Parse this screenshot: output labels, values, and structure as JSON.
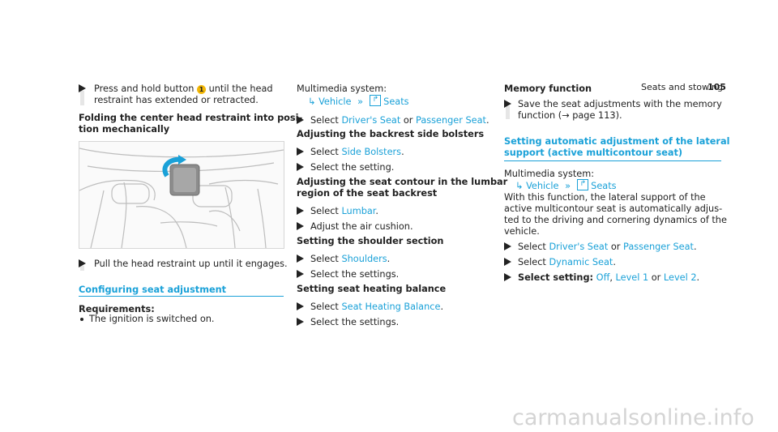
{
  "header": {
    "section": "Seats and stowing",
    "page": "105"
  },
  "col1": {
    "step1_line1_a": "Press and hold button",
    "step1_badge": "1",
    "step1_line1_b": "until the head",
    "step1_line2": "restraint has extended or retracted.",
    "folding_title_l1": "Folding the center head restraint into posi-",
    "folding_title_l2": "tion mechanically",
    "step2": "Pull the head restraint up until it engages.",
    "section_title": "Configuring seat adjustment",
    "req_title": "Requirements:",
    "req_item": "The ignition is switched on."
  },
  "col2": {
    "multimedia": "Multimedia system:",
    "nav_vehicle": "Vehicle",
    "nav_seats": "Seats",
    "select": "Select",
    "drivers_seat": "Driver's Seat",
    "or": "or",
    "passenger_seat": "Passenger Seat",
    "side_title": "Adjusting the backrest side bolsters",
    "side_bolsters": "Side Bolsters",
    "select_setting": "Select the setting.",
    "lumbar_title_l1": "Adjusting the seat contour in the lumbar",
    "lumbar_title_l2": "region of the seat backrest",
    "lumbar": "Lumbar",
    "adjust_air": "Adjust the air cushion.",
    "shoulder_title": "Setting the shoulder section",
    "shoulders": "Shoulders",
    "select_settings": "Select the settings.",
    "heating_title": "Setting seat heating balance",
    "heating_balance": "Seat Heating Balance"
  },
  "col3": {
    "memory_title": "Memory function",
    "memory_l1": "Save the seat adjustments with the memory",
    "memory_l2": "function (→ page 113).",
    "auto_title_l1": "Setting automatic adjustment of the lateral",
    "auto_title_l2": "support (active multicontour seat)",
    "multimedia": "Multimedia system:",
    "nav_vehicle": "Vehicle",
    "nav_seats": "Seats",
    "para_l1": "With this function, the lateral support of the",
    "para_l2": "active multicontour seat is automatically adjus-",
    "para_l3": "ted to the driving and cornering dynamics of the",
    "para_l4": "vehicle.",
    "select": "Select",
    "drivers_seat": "Driver's Seat",
    "or": "or",
    "passenger_seat": "Passenger Seat",
    "dynamic_seat": "Dynamic Seat",
    "select_setting_label": "Select setting:",
    "off": "Off",
    "level1": "Level 1",
    "level2": "Level 2"
  },
  "watermark": "carmanualsonline.info",
  "colors": {
    "accent": "#1aa1d8",
    "badge": "#f2b707"
  },
  "icons": [
    "step-arrow-icon",
    "nav-arrow-icon",
    "double-chevron-icon",
    "seat-icon"
  ]
}
